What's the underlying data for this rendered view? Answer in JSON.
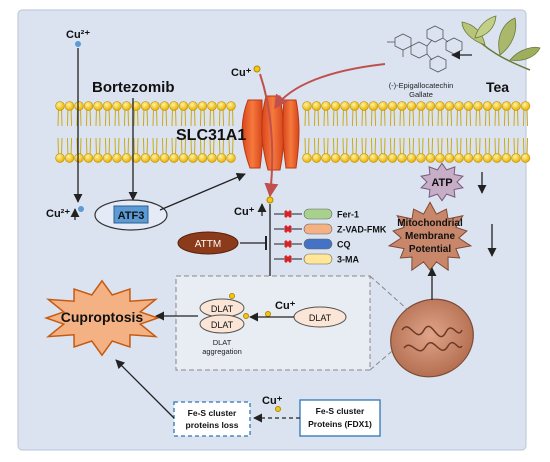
{
  "cu2_top": "Cu²⁺",
  "cu2_bottom": "Cu²⁺",
  "bortezomib": "Bortezomib",
  "atf3": "ATF3",
  "cu_plus_top": "Cu⁺",
  "cu_plus_mid": "Cu⁺",
  "cu_plus_dlat": "Cu⁺",
  "cu_plus_bottom": "Cu⁺",
  "egcg_line1": "(-)-Epigallocatechin",
  "egcg_line2": "Gallate",
  "tea": "Tea",
  "slc31a1": "SLC31A1",
  "atp": "ATP",
  "mmp_line1": "Mitochondrial",
  "mmp_line2": "Membrane",
  "mmp_line3": "Potential",
  "attm": "ATTM",
  "inhibitors": [
    {
      "label": "Fer-1",
      "color": "#a9d18e"
    },
    {
      "label": "Z-VAD-FMK",
      "color": "#f4b183"
    },
    {
      "label": "CQ",
      "color": "#4472c4"
    },
    {
      "label": "3-MA",
      "color": "#ffe699"
    }
  ],
  "cuproptosis": "Cuproptosis",
  "dlat_1": "DLAT",
  "dlat_2": "DLAT",
  "dlat_3": "DLAT",
  "dlat_agg_line1": "DLAT",
  "dlat_agg_line2": "aggregation",
  "fes_loss_line1": "Fe-S cluster",
  "fes_loss_line2": "proteins loss",
  "fes_fdx1_line1": "Fe-S cluster",
  "fes_fdx1_line2": "Proteins (FDX1)",
  "colors": {
    "cell_bg": "#dbe3f1",
    "membrane_head": "#f7c613",
    "channel": "#e8582a",
    "arrow_red": "#c0504d",
    "cuproptosis_fill": "#f4b183",
    "attm_fill": "#8b3a1a",
    "atf3_fill": "#5b9bd5",
    "mito_fill": "#c8876b"
  }
}
